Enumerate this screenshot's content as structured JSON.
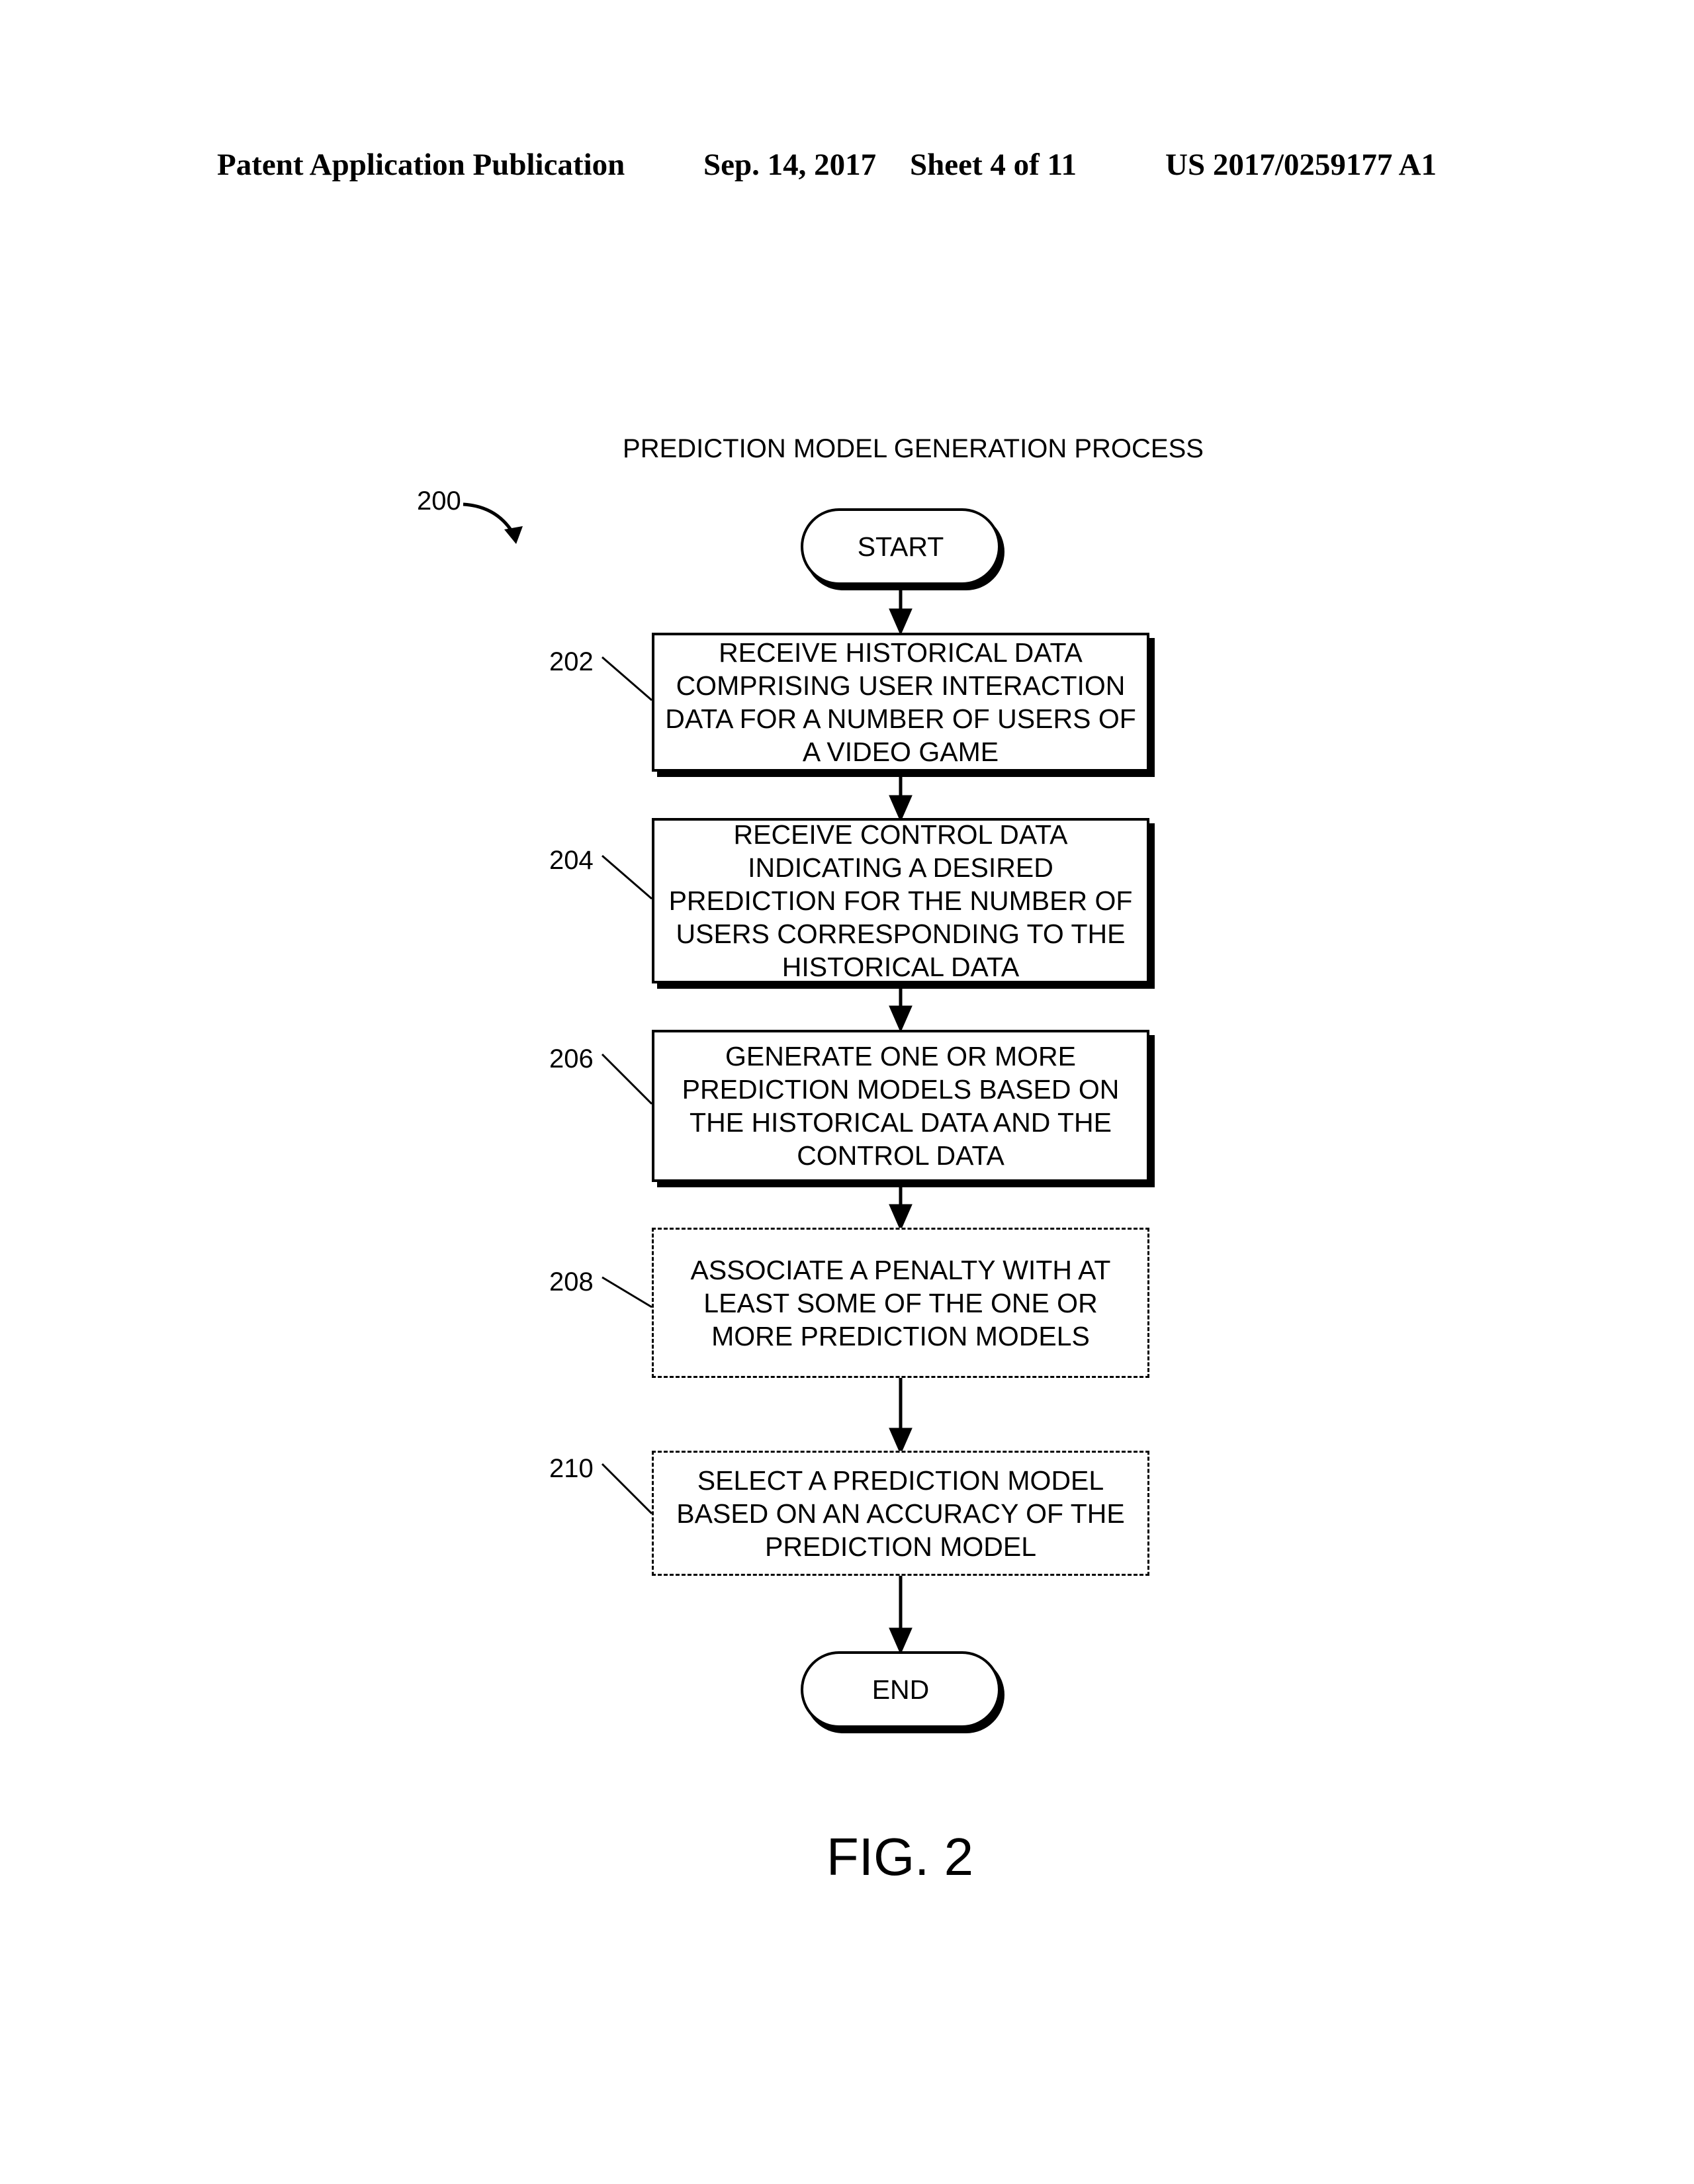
{
  "header": {
    "publication": "Patent Application Publication",
    "date": "Sep. 14, 2017",
    "sheet": "Sheet 4 of 11",
    "number": "US 2017/0259177 A1"
  },
  "figure": {
    "title": "PREDICTION MODEL GENERATION PROCESS",
    "ref": "200",
    "caption": "FIG. 2",
    "start": "START",
    "end": "END",
    "steps": [
      {
        "ref": "202",
        "text": "RECEIVE HISTORICAL DATA COMPRISING USER INTERACTION DATA FOR A NUMBER OF USERS OF A VIDEO GAME",
        "style": "solid"
      },
      {
        "ref": "204",
        "text": "RECEIVE CONTROL DATA INDICATING A DESIRED PREDICTION FOR THE NUMBER OF USERS CORRESPONDING TO THE HISTORICAL DATA",
        "style": "solid"
      },
      {
        "ref": "206",
        "text": "GENERATE ONE OR MORE PREDICTION MODELS BASED ON THE HISTORICAL DATA AND THE CONTROL DATA",
        "style": "solid"
      },
      {
        "ref": "208",
        "text": "ASSOCIATE A PENALTY WITH AT LEAST SOME OF THE ONE OR MORE PREDICTION MODELS",
        "style": "dashed"
      },
      {
        "ref": "210",
        "text": "SELECT A PREDICTION MODEL BASED ON AN ACCURACY OF THE PREDICTION MODEL",
        "style": "dashed"
      }
    ]
  }
}
